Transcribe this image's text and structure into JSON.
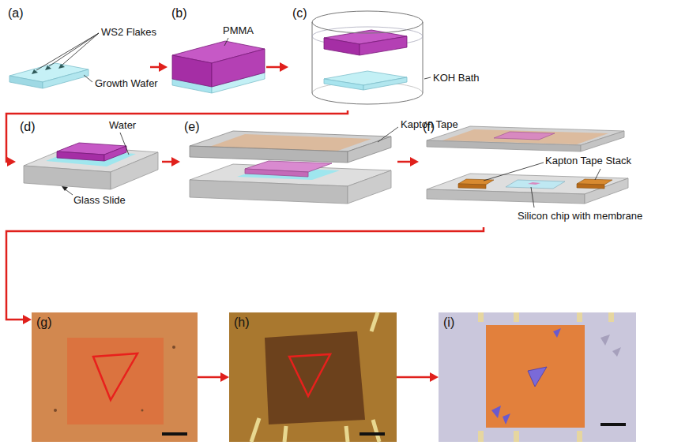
{
  "diagram": {
    "nodes": [
      {
        "text": [
          "(a)"
        ]
      },
      {
        "text": [
          "(b)"
        ]
      },
      {
        "text": [
          "(c)"
        ]
      },
      {
        "text": [
          "(d)"
        ]
      },
      {
        "text": [
          "(e)"
        ]
      },
      {
        "text": [
          "(f)"
        ]
      },
      {
        "text": [
          "(g)"
        ]
      },
      {
        "text": [
          "(h)"
        ]
      },
      {
        "text": [
          "(i)"
        ]
      }
    ],
    "edges": [
      {
        "from": 0,
        "to": 1,
        "arrow": "to"
      },
      {
        "from": 1,
        "to": 2,
        "arrow": "to"
      },
      {
        "from": 2,
        "to": 3,
        "arrow": "to"
      },
      {
        "from": 3,
        "to": 4,
        "arrow": "to"
      },
      {
        "from": 4,
        "to": 5,
        "arrow": "to"
      },
      {
        "from": 5,
        "to": 6,
        "arrow": "to"
      },
      {
        "from": 6,
        "to": 7,
        "arrow": "to"
      },
      {
        "from": 7,
        "to": 8,
        "arrow": "to"
      }
    ],
    "labels": [
      "WS2 Flakes",
      "Growth Wafer",
      "PMMA",
      "KOH Bath",
      "Water",
      "Glass Slide",
      "Kapton Tape",
      "Kapton Tape Stack",
      "Silicon chip with membrane"
    ]
  }
}
